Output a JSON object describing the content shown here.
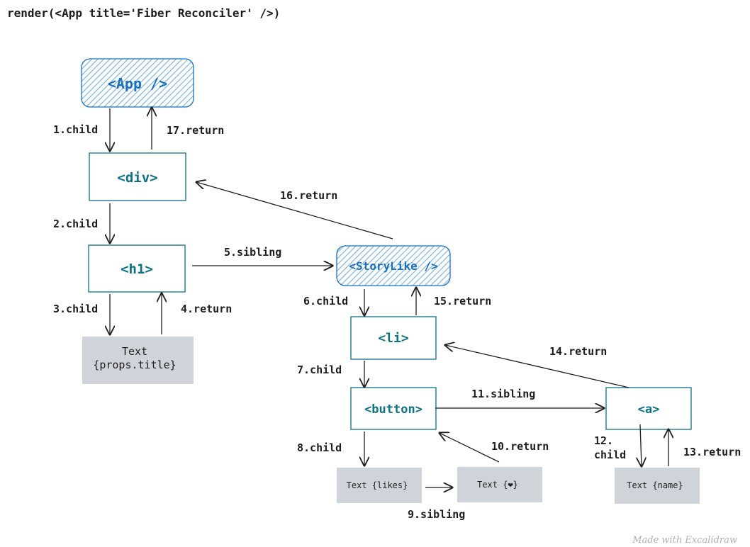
{
  "title": "render(<App title='Fiber Reconciler' />)",
  "watermark": "Made with Excalidraw",
  "colors": {
    "node_stroke": "#0c7385",
    "node_text": "#0c7385",
    "hatched_stroke": "#1971c2",
    "hatched_fill": "#a5d8ff",
    "text_node_fill": "#ced4da",
    "edge": "#1e1e1e"
  },
  "nodes": {
    "app": {
      "label": "<App />",
      "style": "hatched"
    },
    "div": {
      "label": "<div>",
      "style": "box"
    },
    "h1": {
      "label": "<h1>",
      "style": "box"
    },
    "text_title_line1": {
      "label": "Text",
      "style": "text"
    },
    "text_title_line2": {
      "label": "{props.title}",
      "style": "text"
    },
    "storylike": {
      "label": "<StoryLike />",
      "style": "hatched"
    },
    "li": {
      "label": "<li>",
      "style": "box"
    },
    "button": {
      "label": "<button>",
      "style": "box"
    },
    "text_likes": {
      "label": "Text {likes}",
      "style": "text"
    },
    "text_heart": {
      "label": "Text {❤}",
      "style": "text"
    },
    "a": {
      "label": "<a>",
      "style": "box"
    },
    "text_name": {
      "label": "Text {name}",
      "style": "text"
    }
  },
  "edges": {
    "e1": "1.child",
    "e2": "2.child",
    "e3": "3.child",
    "e4": "4.return",
    "e5": "5.sibling",
    "e6": "6.child",
    "e7": "7.child",
    "e8": "8.child",
    "e9": "9.sibling",
    "e10": "10.return",
    "e11": "11.sibling",
    "e12a": "12.",
    "e12b": "child",
    "e13": "13.return",
    "e14": "14.return",
    "e15": "15.return",
    "e16": "16.return",
    "e17": "17.return"
  }
}
